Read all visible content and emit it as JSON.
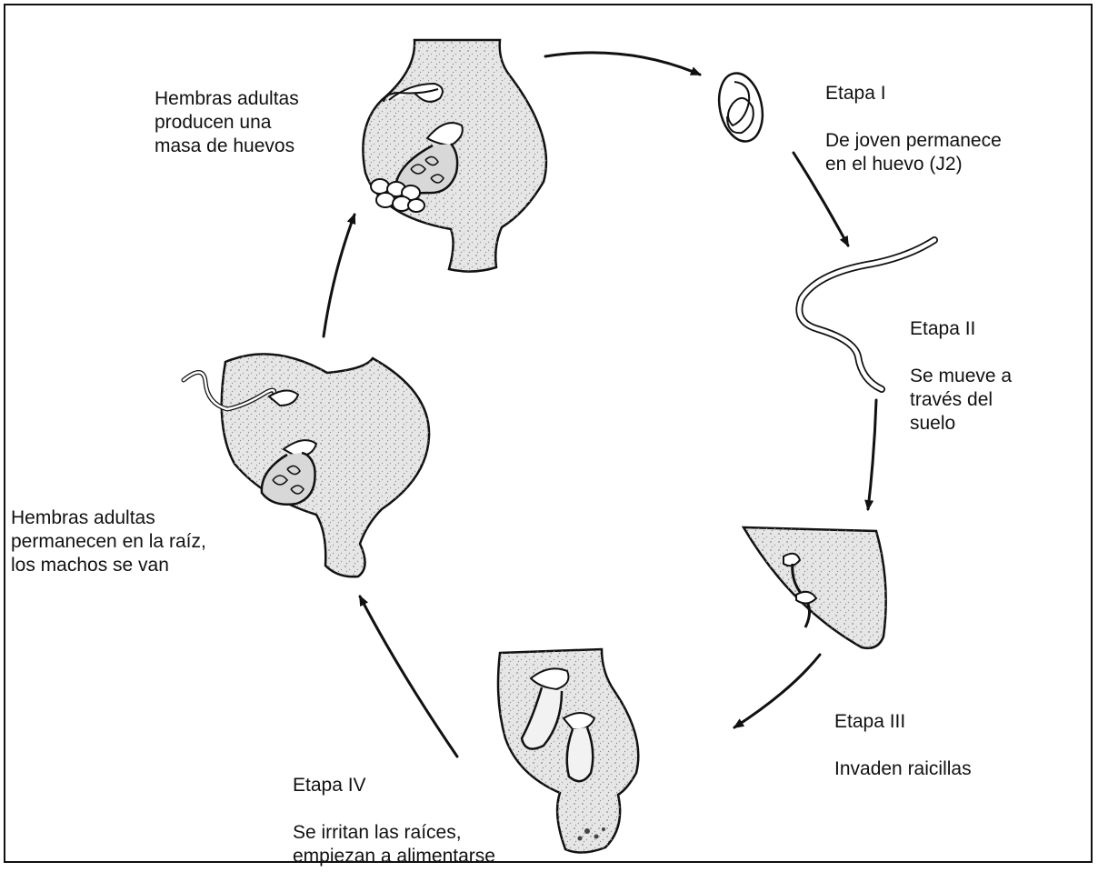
{
  "stages": {
    "stage1": {
      "title": "Etapa I",
      "text": "De joven permanece\nen el huevo (J2)"
    },
    "stage2": {
      "title": "Etapa II",
      "text": "Se mueve a\ntravés del\nsuelo"
    },
    "stage3": {
      "title": "Etapa III",
      "text": "Invaden raicillas"
    },
    "stage4": {
      "title": "Etapa IV",
      "text": "Se irritan las raíces,\nempiezan a alimentarse"
    },
    "adults_stay": {
      "text": "Hembras adultas\npermanecen en la raíz,\nlos machos se van"
    },
    "egg_mass": {
      "text": "Hembras adultas\nproducen una\nmasa de huevos"
    }
  },
  "colors": {
    "ink": "#111111",
    "tissue": "#e4e4e4",
    "stipple": "#9a9a9a"
  }
}
